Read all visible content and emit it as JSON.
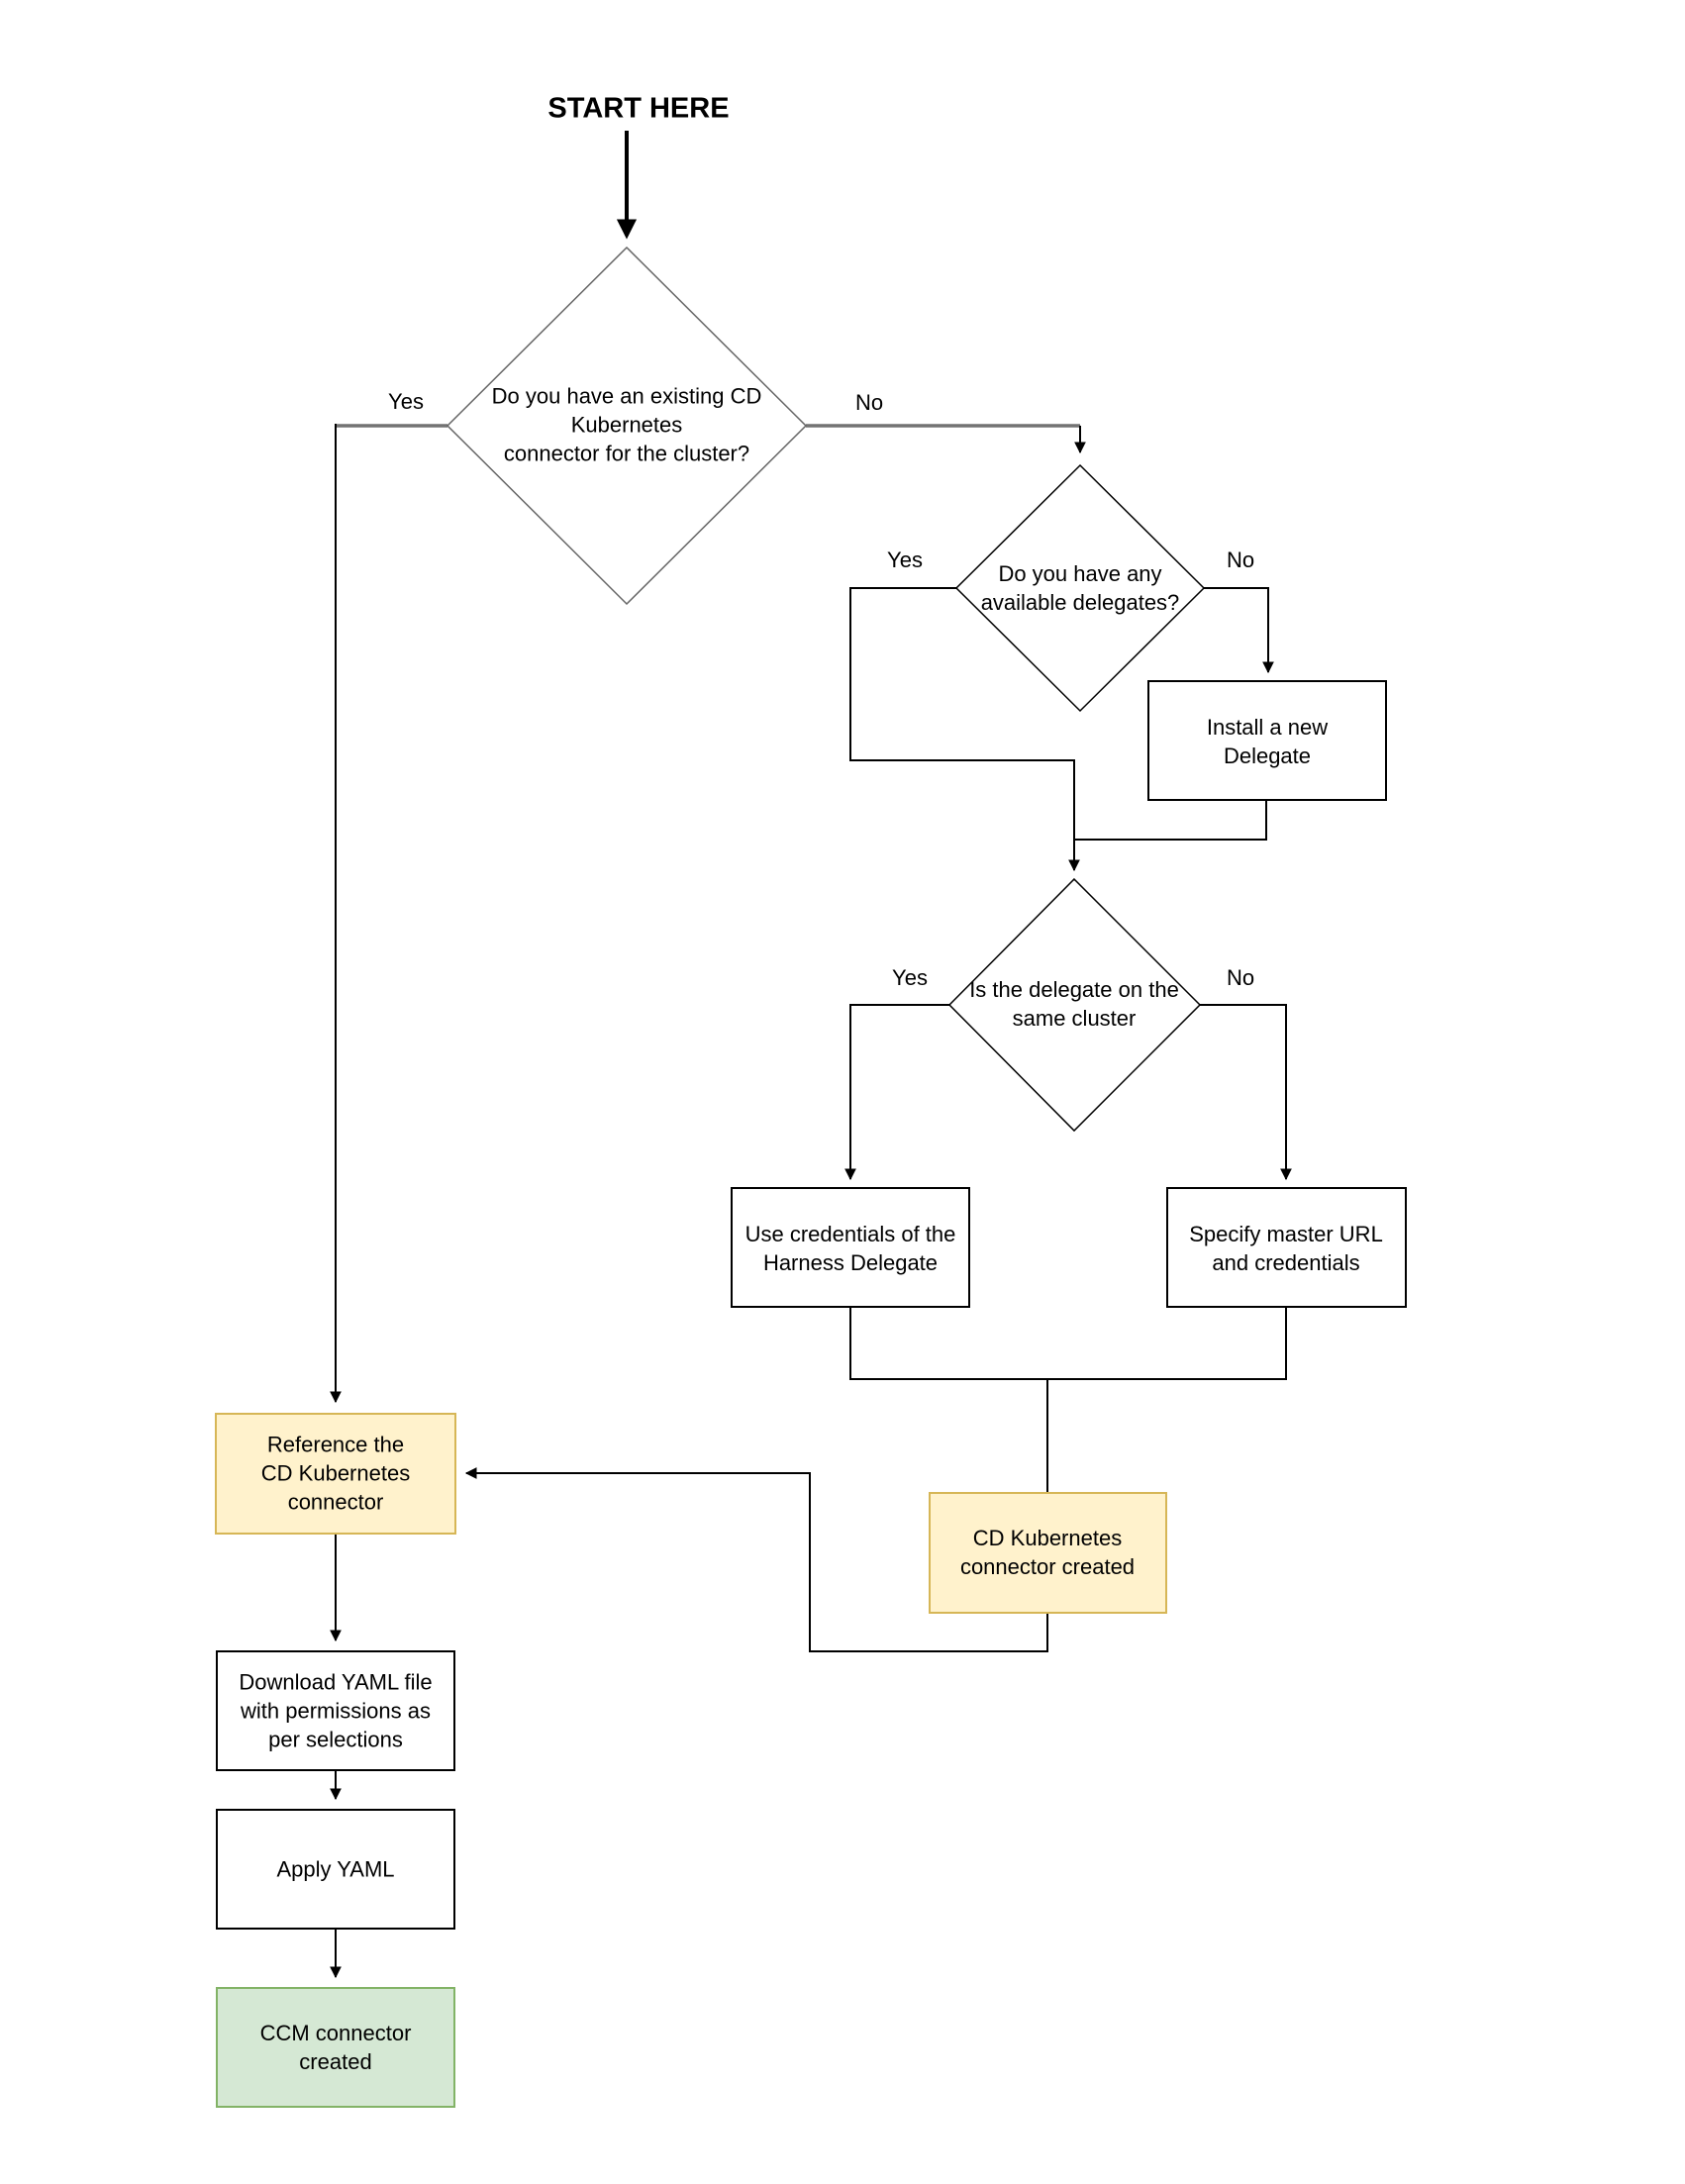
{
  "page": {
    "background": "#FFFFFF"
  },
  "start": {
    "label": "START HERE"
  },
  "decisions": {
    "d1": {
      "label": "Do you have an existing CD\nKubernetes\nconnector for the cluster?"
    },
    "d2": {
      "label": "Do you have any\navailable delegates?"
    },
    "d3": {
      "label": "Is the delegate on the\nsame cluster"
    }
  },
  "processes": {
    "install": {
      "label": "Install a new\nDelegate"
    },
    "use_credentials": {
      "label": "Use credentials of the\nHarness Delegate"
    },
    "specify_master": {
      "label": "Specify master URL\nand credentials"
    },
    "download_yaml": {
      "label": "Download YAML file\nwith permissions as\nper selections"
    },
    "apply_yaml": {
      "label": "Apply YAML"
    }
  },
  "results": {
    "cd_created": {
      "label": "CD Kubernetes\nconnector created"
    },
    "reference": {
      "label": "Reference the\nCD Kubernetes\nconnector"
    },
    "ccm_created": {
      "label": "CCM connector\ncreated"
    }
  },
  "edge_labels": {
    "yes1": "Yes",
    "no1": "No",
    "yes2": "Yes",
    "no2": "No",
    "yes3": "Yes",
    "no3": "No"
  },
  "colors": {
    "note_fill": "#FFF2CC",
    "note_border": "#D6B656",
    "success_fill": "#D5E8D4",
    "success_border": "#82B366",
    "process_fill": "#FFFFFF",
    "process_border": "#000000",
    "edge": "#000000",
    "edge_gray": "#737373",
    "decision1_border": "#666666"
  }
}
